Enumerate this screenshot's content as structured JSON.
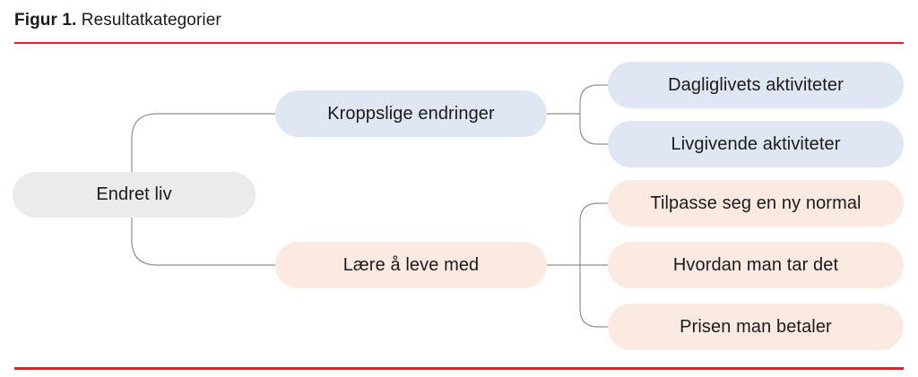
{
  "title": {
    "label_bold": "Figur 1.",
    "label_rest": " Resultatkategorier"
  },
  "colors": {
    "accent_rule": "#ec1b2c",
    "node_blue": "#dfe7f2",
    "node_pink": "#fbeae2",
    "node_gray": "#ebebeb",
    "connector": "#8f8f8f",
    "text": "#1b1b1d"
  },
  "diagram": {
    "root": {
      "label": "Endret liv",
      "color": "#ebebeb"
    },
    "branches": [
      {
        "label": "Kroppslige endringer",
        "color": "#dfe7f2",
        "children": [
          {
            "label": "Dagliglivets aktiviteter"
          },
          {
            "label": "Livgivende aktiviteter"
          }
        ]
      },
      {
        "label": "Lære å leve med",
        "color": "#fbeae2",
        "children": [
          {
            "label": "Tilpasse seg en ny normal"
          },
          {
            "label": "Hvordan man tar det"
          },
          {
            "label": "Prisen man betaler"
          }
        ]
      }
    ]
  }
}
